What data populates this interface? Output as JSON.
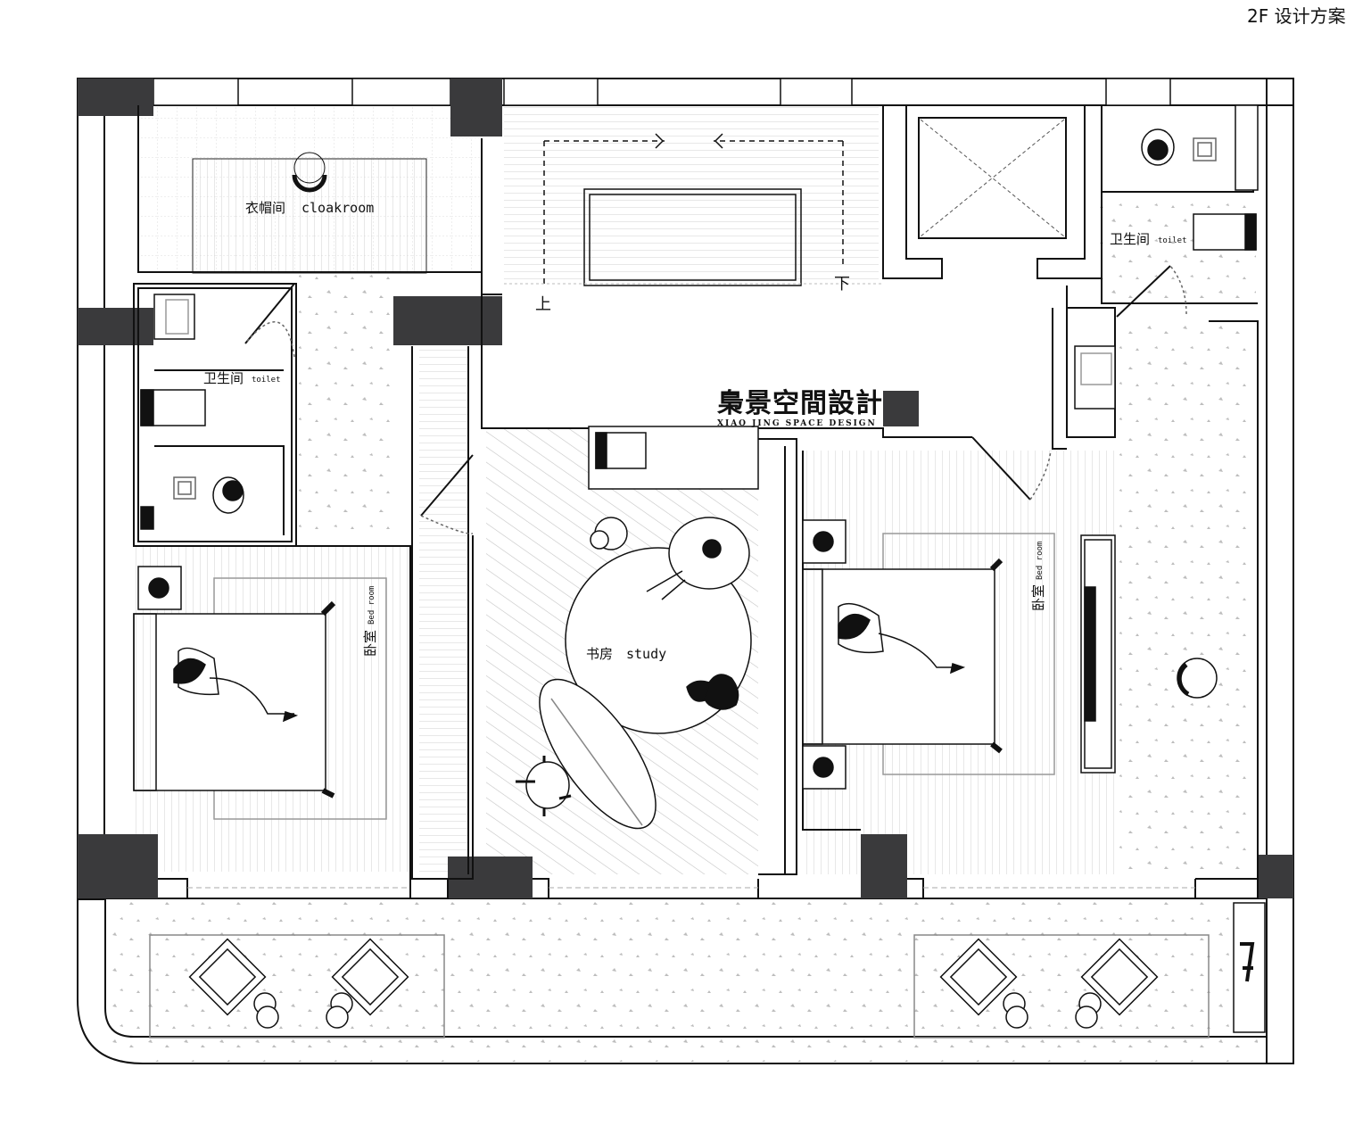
{
  "header": {
    "title": "2F 设计方案"
  },
  "rooms": {
    "cloakroom": {
      "label_cn": "衣帽间",
      "label_en": "cloakroom"
    },
    "toilet_left": {
      "label_cn": "卫生间",
      "label_en": "toilet"
    },
    "toilet_right": {
      "label_cn": "卫生间",
      "label_en": "toilet"
    },
    "bedroom_left": {
      "label_cn": "卧室",
      "label_en": "Bed room"
    },
    "bedroom_right": {
      "label_cn": "卧室",
      "label_en": "Bed room"
    },
    "study": {
      "label_cn": "书房",
      "label_en": "study"
    }
  },
  "stairs": {
    "up": "上",
    "down": "下"
  },
  "brand": {
    "name": "梟景空間設計",
    "sub": "XIAO JING SPACE DESIGN"
  },
  "colors": {
    "wall": "#3a3a3c",
    "line": "#111111",
    "hatch": "#9a9a9a",
    "paper": "#ffffff"
  }
}
